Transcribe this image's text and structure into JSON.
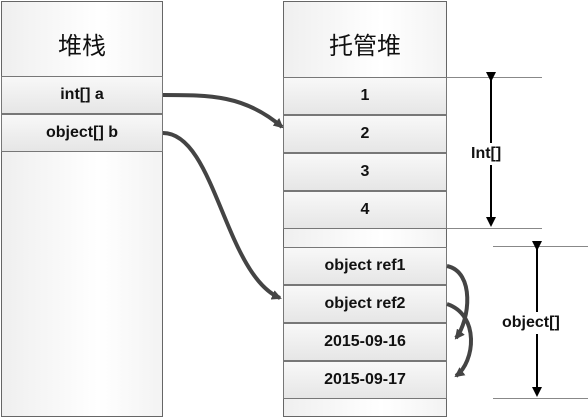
{
  "stack": {
    "title": "堆栈",
    "items": [
      "int[] a",
      "object[] b"
    ]
  },
  "heap": {
    "title": "托管堆",
    "int_items": [
      "1",
      "2",
      "3",
      "4"
    ],
    "object_items": [
      "object ref1",
      "object ref2",
      "2015-09-16",
      "2015-09-17"
    ]
  },
  "braces": {
    "int_label": "Int[]",
    "object_label": "object[]"
  }
}
